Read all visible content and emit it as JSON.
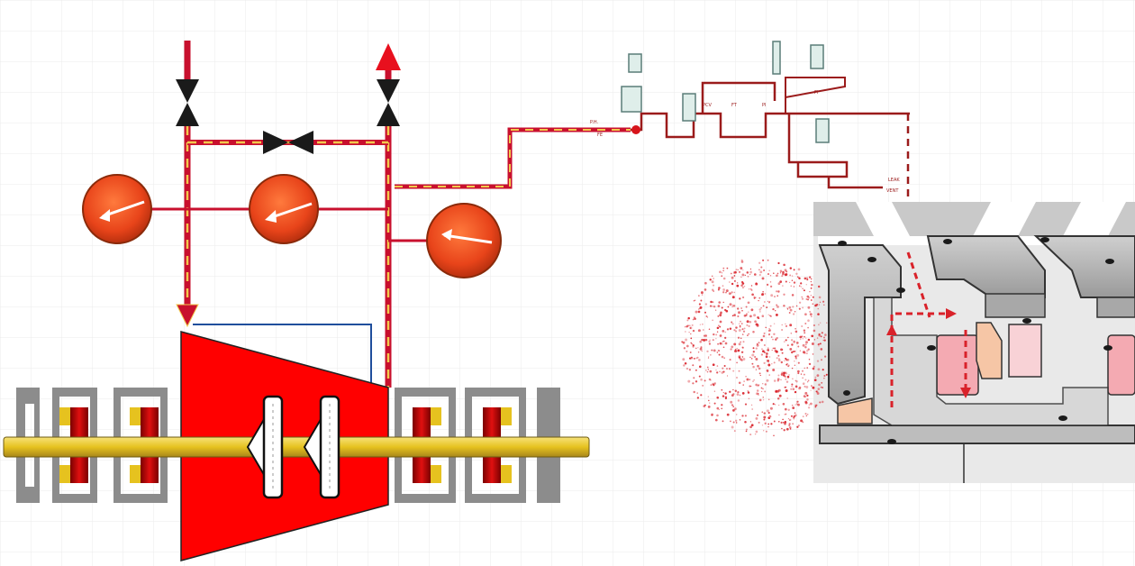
{
  "colors": {
    "background": "#ffffff",
    "grid": "#e4e4e4",
    "compressor": "#ff0000",
    "pipe": "#c8102e",
    "dash": "#f2c94c",
    "gauge": "#e8441a",
    "valve": "#1a1a1a",
    "shaft": "#e6c21f",
    "housing": "#8c8c8c",
    "seal_block": "#b9b9b9",
    "leak": "#d9222a",
    "blue_line": "#1f4e9c"
  },
  "icons": {
    "inlet_valve": "butterfly-valve-icon",
    "outlet_valve": "butterfly-valve-icon",
    "bypass_valve": "butterfly-valve-icon",
    "gauges": "pressure-gauge-icon",
    "flow_arrows": "arrow-icon"
  },
  "labels": {
    "p_and_id_tags": [
      "P.H.",
      "FE",
      "PCV",
      "FT",
      "PI",
      "FI",
      "LEAK",
      "VENT"
    ]
  }
}
